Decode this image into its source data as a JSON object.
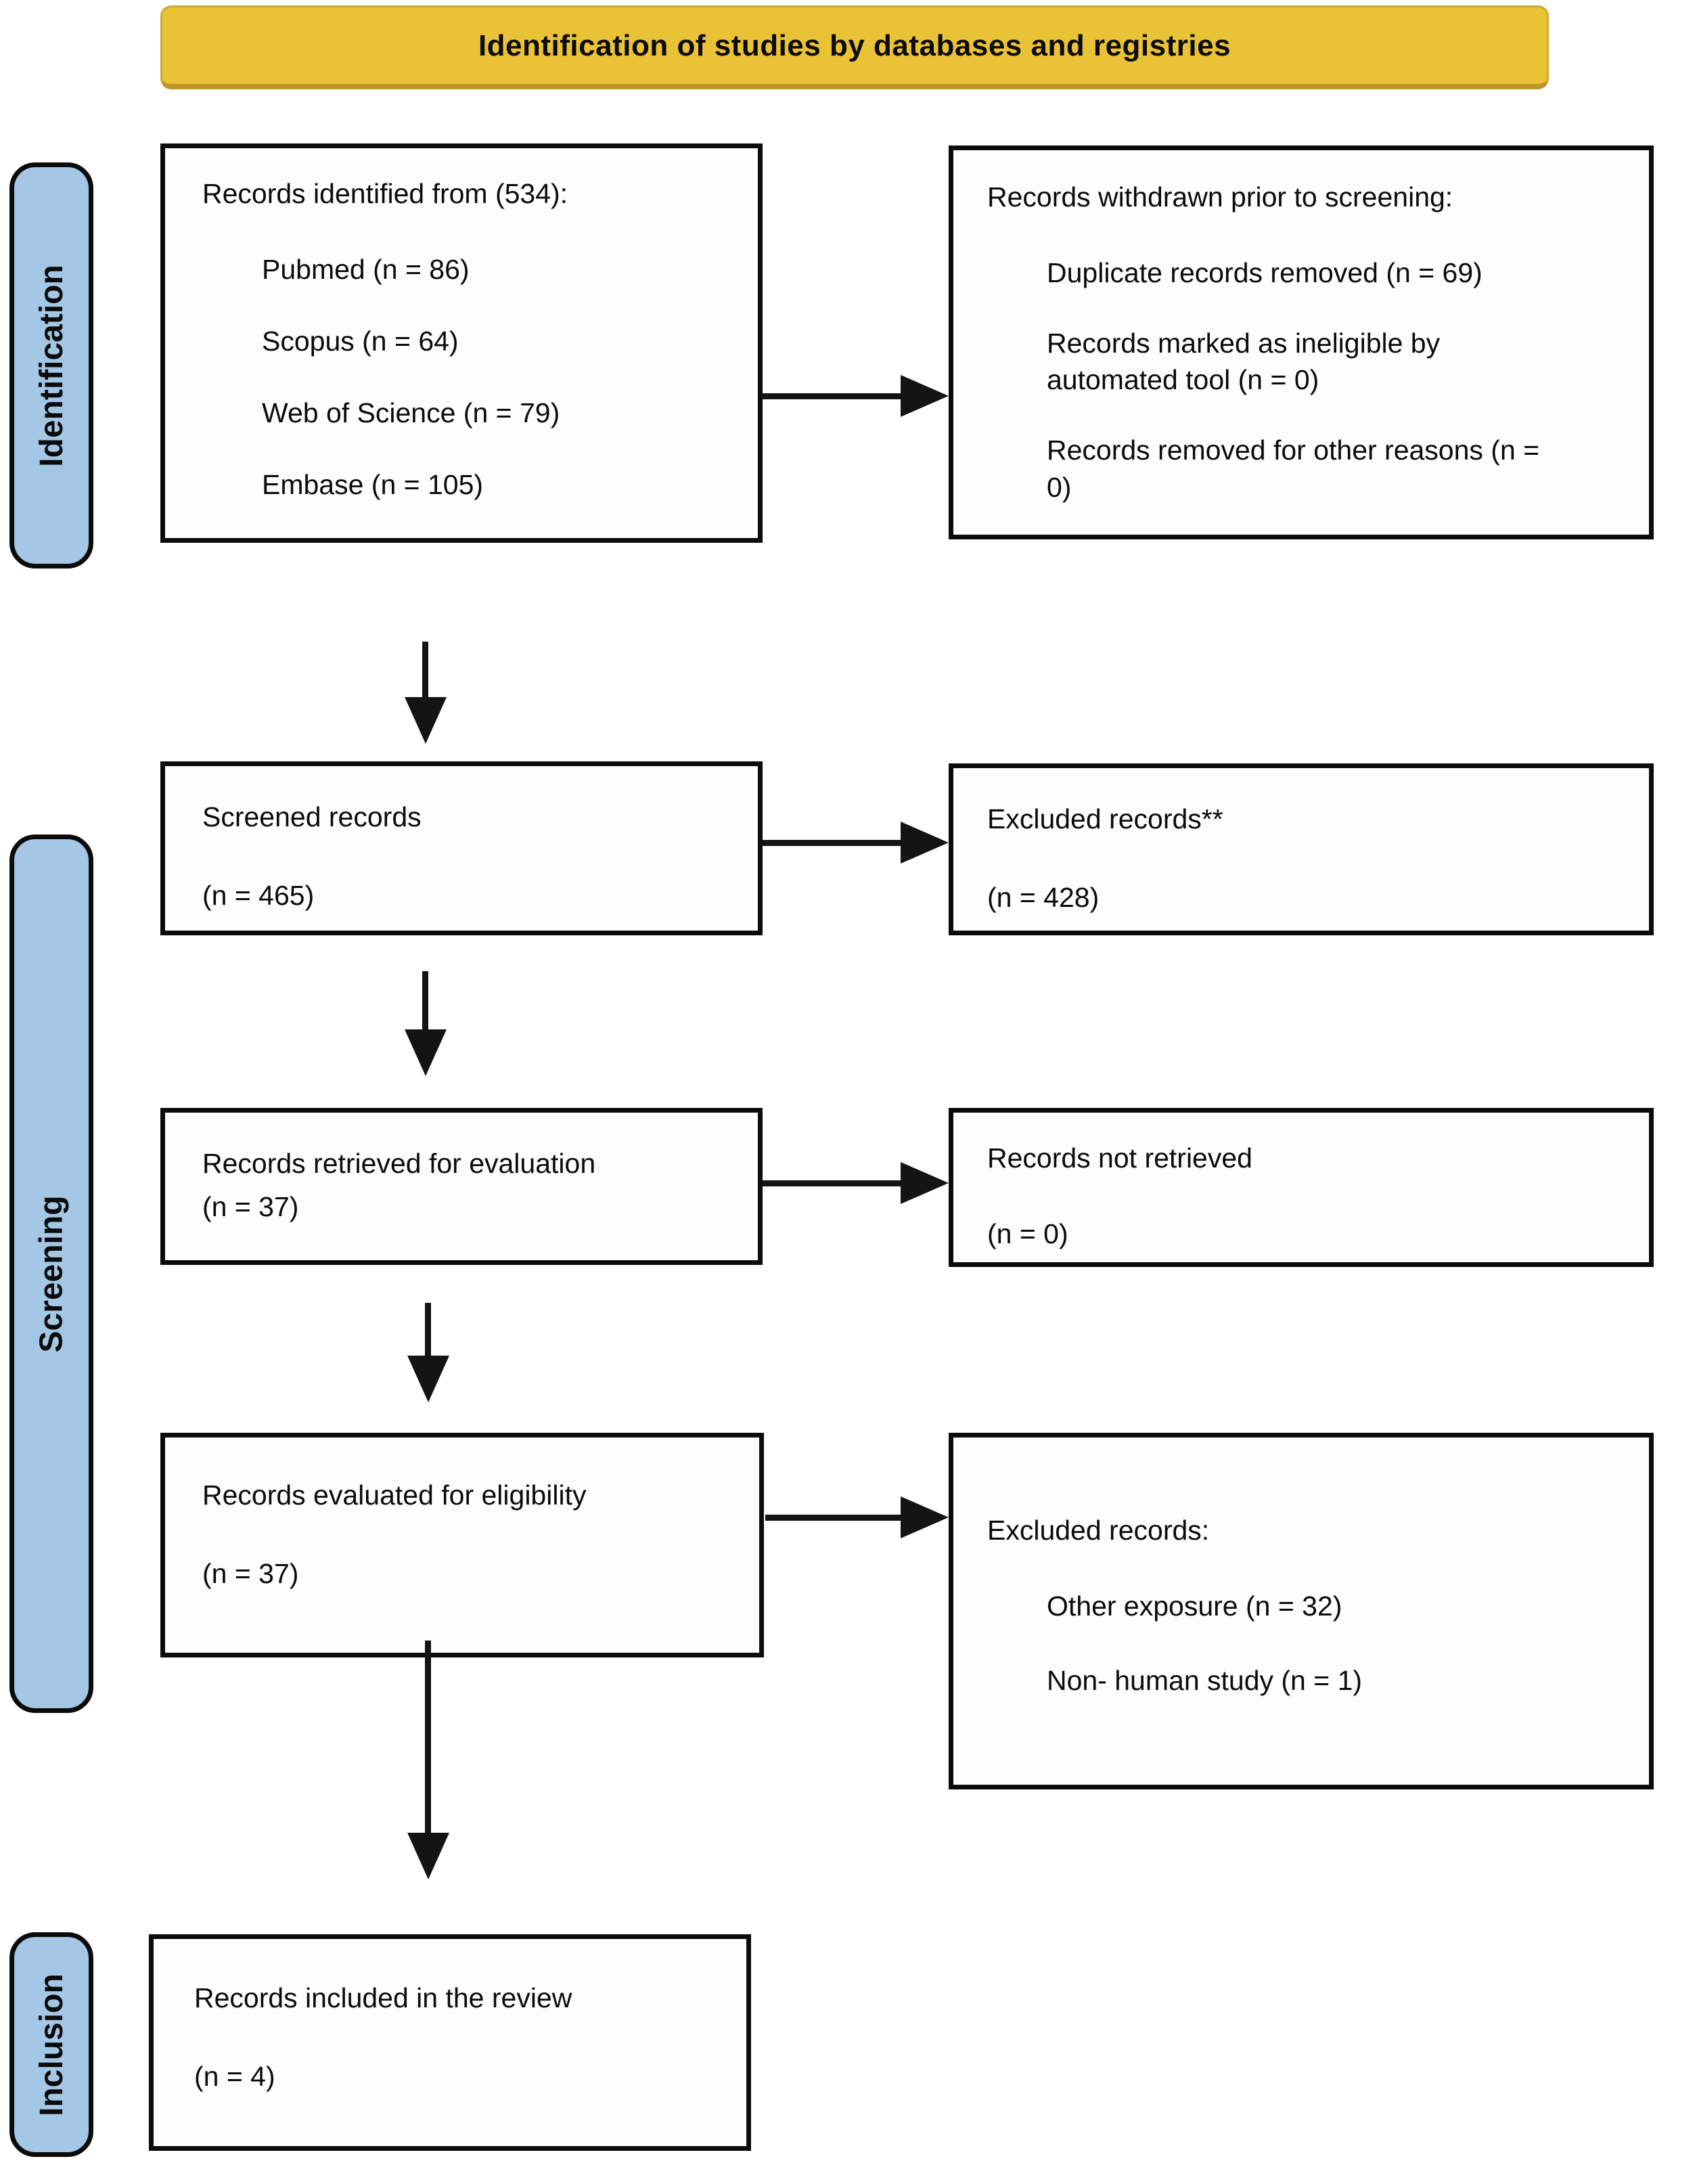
{
  "banner": {
    "title": "Identification of studies by databases and registries"
  },
  "sidebar": {
    "identification": "Identification",
    "screening": "Screening",
    "inclusion": "Inclusion"
  },
  "boxes": {
    "identified": {
      "title": "Records identified from (534):",
      "items": [
        "Pubmed (n = 86)",
        "Scopus (n = 64)",
        "Web of Science (n = 79)",
        "Embase (n = 105)"
      ]
    },
    "withdrawn": {
      "title": "Records withdrawn prior to screening:",
      "items": [
        "Duplicate records removed (n = 69)",
        "Records marked as ineligible by automated tool (n = 0)",
        "Records removed for other reasons (n = 0)"
      ]
    },
    "screened": {
      "title": "Screened records",
      "count": "(n = 465)"
    },
    "excluded_screening": {
      "title": "Excluded records**",
      "count": "(n = 428)"
    },
    "retrieved": {
      "title": "Records retrieved for evaluation",
      "count": "(n = 37)"
    },
    "not_retrieved": {
      "title": "Records not retrieved",
      "count": "(n = 0)"
    },
    "evaluated": {
      "title": "Records evaluated for eligibility",
      "count": "(n = 37)"
    },
    "excluded_eligibility": {
      "title": "Excluded records:",
      "items": [
        "Other exposure (n = 32)",
        "Non- human study (n = 1)"
      ]
    },
    "included": {
      "title": "Records included in the review",
      "count": "(n = 4)"
    }
  },
  "colors": {
    "banner_bg": "#e9c235",
    "sidebar_bg": "#a3c7e4",
    "box_border": "#0b0b0b",
    "arrow": "#141414"
  }
}
